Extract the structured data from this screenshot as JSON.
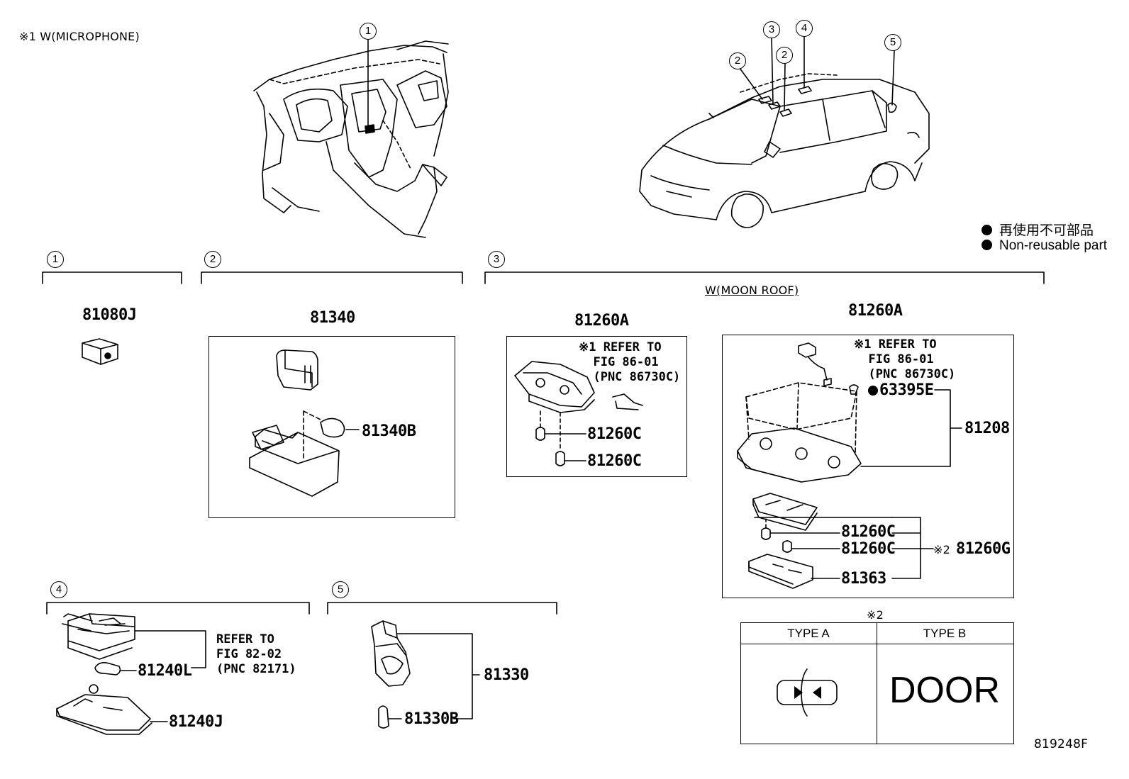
{
  "header": {
    "note_microphone": "※1 W(MICROPHONE)"
  },
  "callouts": {
    "dash_1": "1",
    "car_2a": "2",
    "car_3": "3",
    "car_2b": "2",
    "car_4": "4",
    "car_5": "5"
  },
  "legend": {
    "japanese": "再使用不可部品",
    "english": "Non-reusable part"
  },
  "sections": {
    "s1": {
      "num": "1",
      "parts": [
        "81080J"
      ]
    },
    "s2": {
      "num": "2",
      "main": "81340",
      "bulb": "81340B"
    },
    "s3": {
      "num": "3",
      "moonroof_label": "W(MOON ROOF)",
      "left": {
        "main": "81260A",
        "refer": "※1 REFER TO\n  FIG 86-01\n  (PNC 86730C)",
        "bulb1": "81260C",
        "bulb2": "81260C"
      },
      "right": {
        "main": "81260A",
        "refer": "※1 REFER TO\n  FIG 86-01\n  (PNC 86730C)",
        "clip": "63395E",
        "housing": "81208",
        "bulb1": "81260C",
        "bulb2": "81260C",
        "lens": "81363",
        "assy_marker": "※2",
        "assy": "81260G"
      }
    },
    "s4": {
      "num": "4",
      "refer": "REFER TO\nFIG 82-02\n(PNC 82171)",
      "bulb": "81240L",
      "lamp": "81240J"
    },
    "s5": {
      "num": "5",
      "main": "81330",
      "bulb": "81330B"
    }
  },
  "type_table": {
    "marker": "※2",
    "type_a": "TYPE A",
    "type_b": "TYPE B",
    "type_b_text": "DOOR"
  },
  "figure_id": "819248F"
}
